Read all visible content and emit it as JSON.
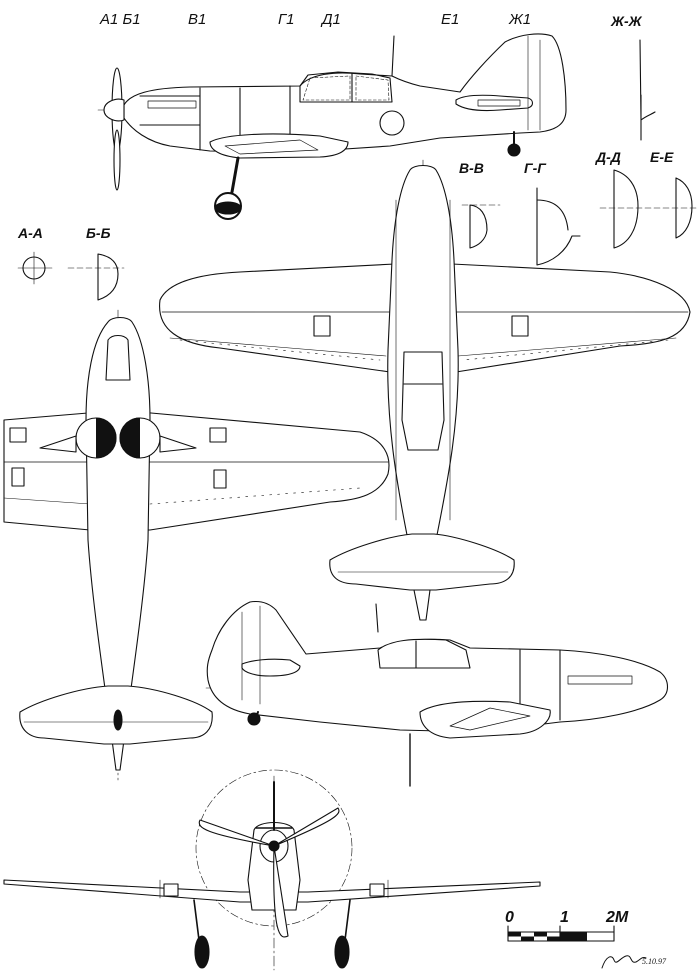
{
  "station_labels": {
    "a1b1": "А1 Б1",
    "v1": "В1",
    "g1": "Г1",
    "d1": "Д1",
    "e1": "Е1",
    "zh1": "Ж1"
  },
  "section_labels": {
    "zh_zh": "Ж-Ж",
    "v_v": "В-В",
    "g_g": "Г-Г",
    "d_d": "Д-Д",
    "e_e": "Е-Е",
    "a_a": "А-А",
    "b_b": "Б-Б"
  },
  "scale": {
    "zero": "0",
    "one": "1",
    "two": "2М"
  },
  "signature": {
    "date": "5.10.97"
  }
}
